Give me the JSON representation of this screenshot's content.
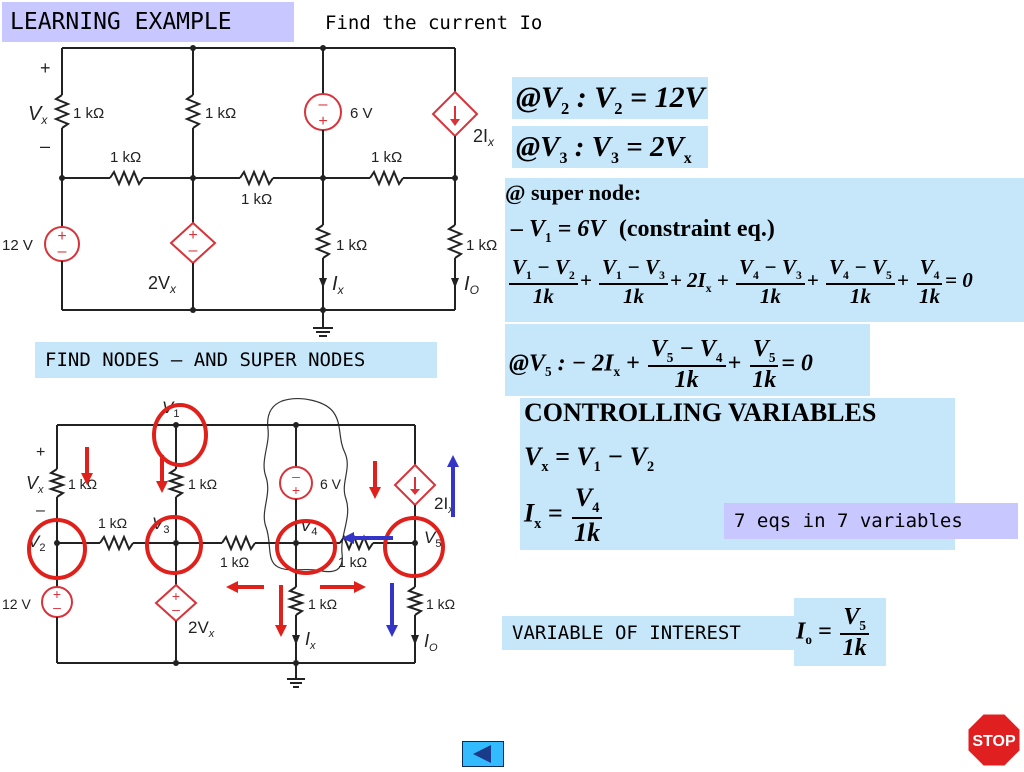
{
  "header": {
    "title": "LEARNING EXAMPLE",
    "subtitle": "Find the current Io"
  },
  "circuit_labels": {
    "r": "1 kΩ",
    "src12": "12 V",
    "src6": "6 V",
    "dep_v": "2V",
    "dep_v_sub": "x",
    "dep_i": "2I",
    "dep_i_sub": "x",
    "vx": "V",
    "vx_sub": "x",
    "ix": "I",
    "ix_sub": "x",
    "io": "I",
    "io_sub": "O",
    "plus": "+",
    "minus": "–"
  },
  "find_nodes_label": "FIND NODES – AND SUPER NODES",
  "node_labels": {
    "v1": "V",
    "v1_sub": "1",
    "v2": "V",
    "v2_sub": "2",
    "v3": "V",
    "v3_sub": "3",
    "v4": "V",
    "v4_sub": "4",
    "v5": "V",
    "v5_sub": "5"
  },
  "equations": {
    "eq1": {
      "at": "@",
      "var": "V",
      "sub": "2",
      "rhs": ": V",
      "rhs_sub": "2",
      "val": "= 12V"
    },
    "eq2": {
      "at": "@",
      "var": "V",
      "sub": "3",
      "rhs": ": V",
      "rhs_sub": "3",
      "val": "= 2V",
      "val_sub": "x"
    },
    "supernode_title": "@ super node:",
    "constraint": "– V",
    "constraint_sub": "1",
    "constraint_val": "= 6V",
    "constraint_note": "(constraint eq.)",
    "kcl_super": "V1 − V2 /1k + V1 − V3 /1k + 2Ix + V4 − V3 /1k + V4 − V5 /1k + V4 /1k = 0",
    "eq5": "@V5 : − 2Ix + (V5 − V4)/1k + V5/1k = 0"
  },
  "controlling": {
    "title": "CONTROLLING VARIABLES",
    "vx_eq": "Vx = V1 − V2",
    "ix_eq": "Ix = V4 / 1k"
  },
  "eq_count": "7 eqs in 7 variables",
  "interest": {
    "label": "VARIABLE OF INTEREST",
    "eq": "Io = V5 / 1k"
  },
  "nav": {
    "stop_label": "STOP",
    "back_icon": "triangle-left-icon"
  },
  "colors": {
    "title_bg": "#c9c7ff",
    "box_bg": "#c6e6fa",
    "source_red": "#d8333a",
    "arrow_red": "#e0201a",
    "arrow_blue": "#3434c8",
    "nav_blue": "#33bbff",
    "stop_red": "#e02020"
  }
}
